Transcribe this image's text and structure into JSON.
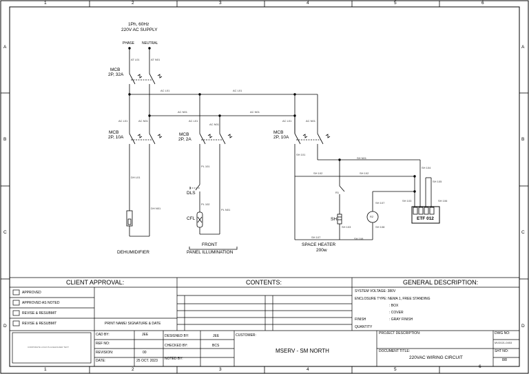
{
  "frame": {
    "columns": [
      "1",
      "2",
      "3",
      "4",
      "5",
      "6"
    ],
    "rows": [
      "A",
      "B",
      "C",
      "D"
    ]
  },
  "supply": {
    "line1": "1Ph, 60Hz",
    "line2": "220V AC SUPPLY",
    "phase": "PHASE",
    "neutral": "NEUTRAL",
    "wire_phase": "AT L01",
    "wire_neutral": "AT N01"
  },
  "breakers": {
    "main": {
      "line1": "MCB",
      "line2": "2P, 32A"
    },
    "dehum": {
      "line1": "MCB",
      "line2": "2P, 10A"
    },
    "panel": {
      "line1": "MCB",
      "line2": "2P, 2A"
    },
    "heater": {
      "line1": "MCB",
      "line2": "2P, 10A"
    }
  },
  "wires": {
    "bus_l": "AC L01",
    "bus_n": "AC N01",
    "dh_l": "DH L01",
    "dh_n": "DH N01",
    "pl_1": "PL 101",
    "pl_2": "PL 102",
    "pl_n": "PL N01",
    "sh_101": "SH 101",
    "sh_n01": "SH N01",
    "sh_102": "SH 102",
    "sh_103": "SH 103",
    "sh_104": "SH 104",
    "sh_105": "SH 105",
    "sh_106": "SH 106",
    "sh_107": "SH 107",
    "sh_108": "SH 108"
  },
  "devices": {
    "dehumidifier": "DEHUMIDIFIER",
    "front": "FRONT",
    "panel_illumination": "PANEL ILLUMINATION",
    "dls": "DLS",
    "cfl": "CFL",
    "space_heater": "SPACE HEATER",
    "heater_watt": "200w",
    "sh": "SH",
    "r1": "R1",
    "r2": "R2",
    "etf": "ETF 012"
  },
  "client_approval": {
    "title": "CLIENT APPROVAL:",
    "options": [
      "APPROVED",
      "APPROVED AS NOTED",
      "REVISE & RESUBMIT",
      "REVISE & RESUBMIT"
    ],
    "sign_label": "PRINT NAME/ SIGNATURE & DATE"
  },
  "contents": {
    "title": "CONTENTS:"
  },
  "general": {
    "title": "GENERAL DESCRIPTION:",
    "lines": [
      "SYSTEM VOLTAGE: 380V",
      "ENCLOSURE TYPE: NEMA 1, FREE STANDING",
      ": BOX",
      ": COVER",
      "FINISH",
      ": GRAY FINISH",
      "QUANTITY"
    ]
  },
  "title_block": {
    "logo_text": "CORPORATE LOGO PLACEHOLDER TEXT",
    "cad_by_label": "CAD BY:",
    "cad_by": "JEE",
    "ref_no_label": "REF NO:",
    "revision_label": "REVISION:",
    "revision": "00",
    "date_label": "DATE:",
    "date": "25 OCT. 2023",
    "designed_by_label": "DESIGNED BY:",
    "designed_by": "JEE",
    "checked_by_label": "CHECKED BY:",
    "checked_by": "BCS",
    "noted_by_label": "NOTED BY:",
    "customer_label": "CUSTOMER:",
    "customer": "MSERV - SM NORTH",
    "project_desc_label": "PROJECT DESCRIPTION:",
    "document_title_label": "DOCUMENT TITLE:",
    "document_title": "220VAC WIRING CIRCUIT",
    "dwg_no_label": "DWG NO:",
    "dwg_no": "MV2021-0453",
    "sht_no_label": "SHT NO:",
    "sht_no": "8/8"
  }
}
